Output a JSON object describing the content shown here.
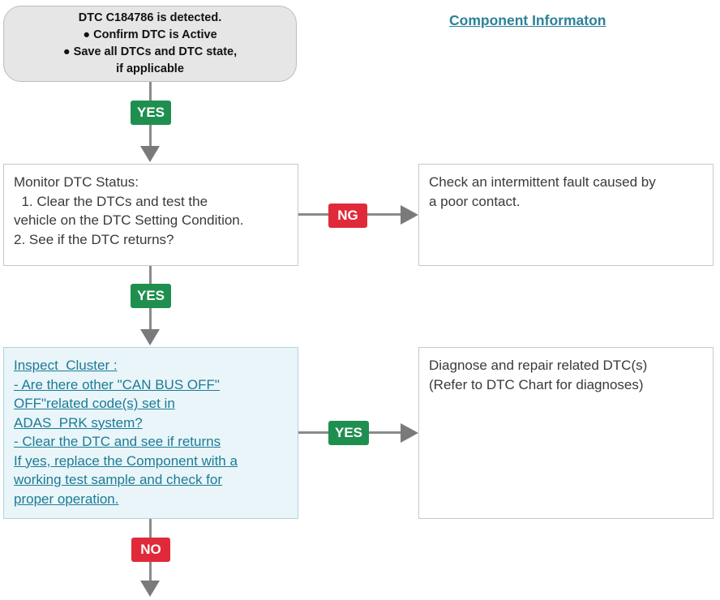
{
  "start": {
    "lines": [
      "DTC C184786 is detected.",
      "● Confirm DTC is Active",
      "● Save all DTCs and DTC state,",
      "if applicable"
    ]
  },
  "component_link": "Component Informaton",
  "monitor": {
    "lines": [
      "Monitor DTC Status:",
      "  1. Clear the DTCs and test the",
      "vehicle on the DTC Setting Condition.",
      "2. See if the DTC returns?"
    ]
  },
  "intermittent": {
    "lines": [
      "Check an intermittent fault caused by",
      "a poor contact."
    ]
  },
  "inspect": {
    "lines": [
      "Inspect  Cluster :",
      "- Are there other \"CAN BUS OFF\"",
      "OFF\"related code(s) set in",
      "ADAS  PRK system?",
      "- Clear the DTC and see if returns",
      "If yes, replace the Component with a",
      "working test sample and check for",
      "proper operation."
    ]
  },
  "diagnose": {
    "lines": [
      "Diagnose and repair related DTC(s)",
      "(Refer to DTC Chart for diagnoses)"
    ]
  },
  "badges": {
    "yes1": "YES",
    "yes2": "YES",
    "ng": "NG",
    "yes3": "YES",
    "no": "NO"
  },
  "colors": {
    "yes": "#1f8f4f",
    "ng": "#e02a3a",
    "link": "#2a8199",
    "connector": "#8a8a8a"
  }
}
